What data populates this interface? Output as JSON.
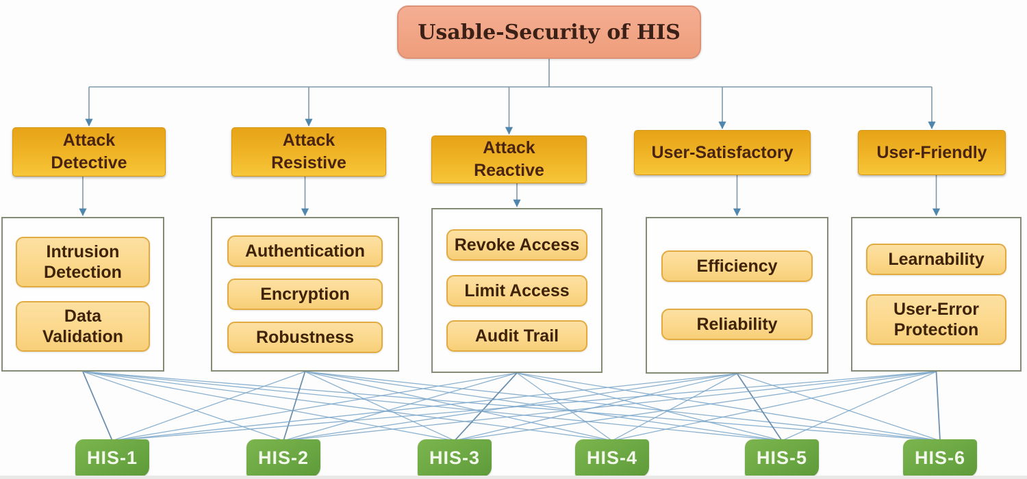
{
  "root": {
    "label": "Usable-Security of HIS"
  },
  "categories": [
    {
      "id": "attack-detective",
      "label": "Attack\nDetective",
      "items": [
        "Intrusion Detection",
        "Data Validation"
      ]
    },
    {
      "id": "attack-resistive",
      "label": "Attack\nResistive",
      "items": [
        "Authentication",
        "Encryption",
        "Robustness"
      ]
    },
    {
      "id": "attack-reactive",
      "label": "Attack\nReactive",
      "items": [
        "Revoke Access",
        "Limit Access",
        "Audit Trail"
      ]
    },
    {
      "id": "user-satisfactory",
      "label": "User-Satisfactory",
      "items": [
        "Efficiency",
        "Reliability"
      ]
    },
    {
      "id": "user-friendly",
      "label": "User-Friendly",
      "items": [
        "Learnability",
        "User-Error Protection"
      ]
    }
  ],
  "his_nodes": [
    "HIS-1",
    "HIS-2",
    "HIS-3",
    "HIS-4",
    "HIS-5",
    "HIS-6"
  ],
  "connections": {
    "hierarchy": "root -> each category -> its attribute panel",
    "type": "complete_bipartite",
    "from": "attribute panels (bottom center)",
    "to": "every HIS node (top center)",
    "edge_count": 30
  },
  "colors": {
    "root_fill": "#f1a585",
    "root_border": "#dd9175",
    "category_fill": "#f0b527",
    "category_text": "#4a2413",
    "item_fill": "#fbd88c",
    "item_border": "#e2ab42",
    "item_text": "#3e2309",
    "panel_border": "#838b74",
    "his_fill": "#6ba743",
    "his_text": "#f3f8ec",
    "tree_line": "#7f98a9",
    "web_line": "#7fa9cc",
    "web_line_dark": "#5e85a8",
    "arrowhead": "#4e86ad"
  }
}
